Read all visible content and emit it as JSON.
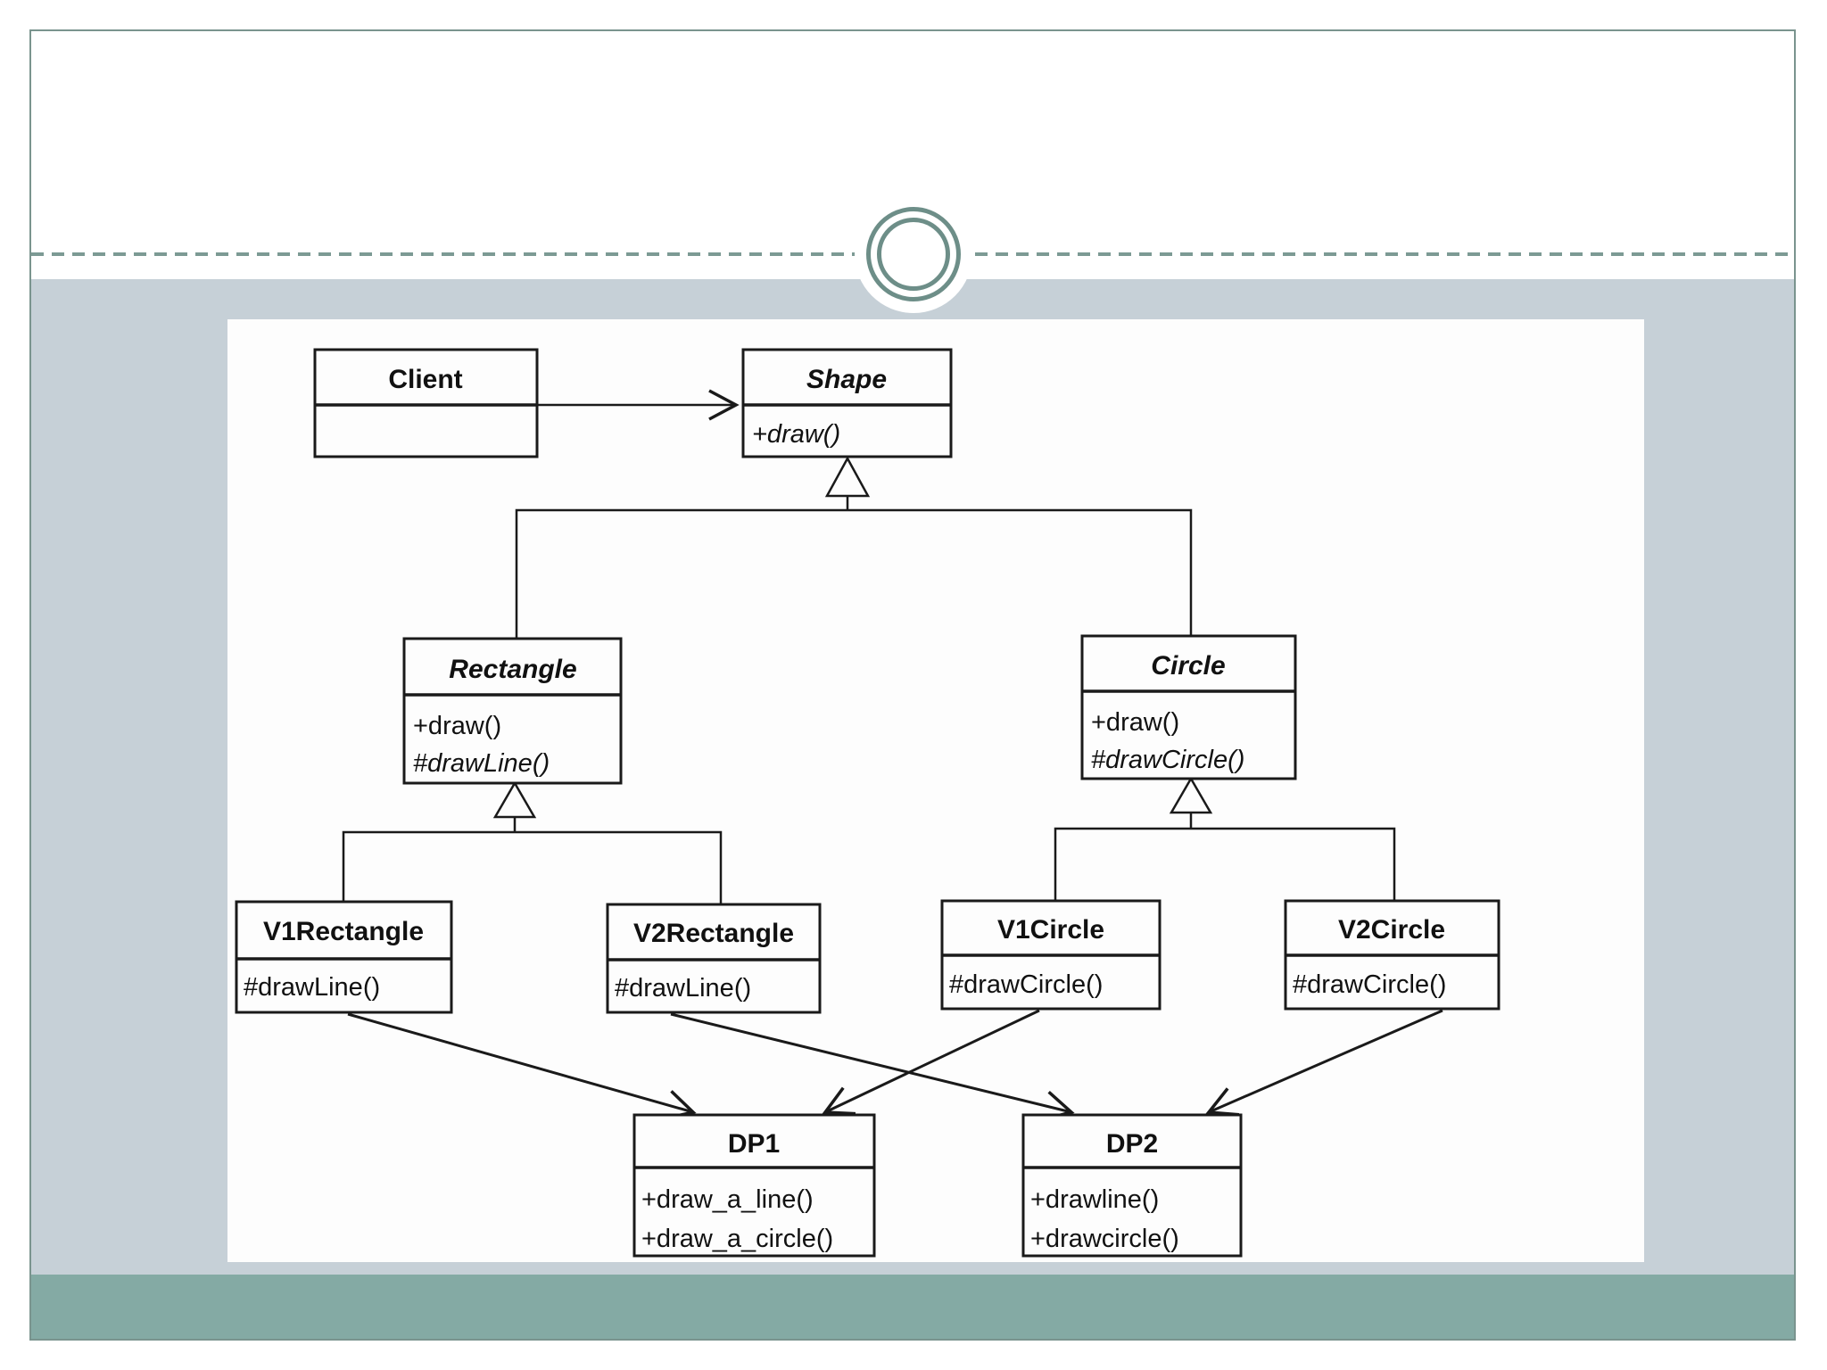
{
  "slide": {
    "colors": {
      "frame_border": "#7a948e",
      "dashed_divider": "#7c9a94",
      "ornament_ring": "#6d8e88",
      "content_band": "#c6d0d7",
      "footer_band": "#84aaa4",
      "panel_background": "#fdfdfd",
      "diagram_ink": "#1a1a1a"
    }
  },
  "diagram": {
    "classes": [
      {
        "name": "Client",
        "abstract": false,
        "methods": []
      },
      {
        "name": "Shape",
        "abstract": true,
        "methods": [
          {
            "text": "+draw()",
            "abstract": true
          }
        ]
      },
      {
        "name": "Rectangle",
        "abstract": true,
        "methods": [
          {
            "text": "+draw()",
            "abstract": false
          },
          {
            "text": "#drawLine()",
            "abstract": true
          }
        ]
      },
      {
        "name": "Circle",
        "abstract": true,
        "methods": [
          {
            "text": "+draw()",
            "abstract": false
          },
          {
            "text": "#drawCircle()",
            "abstract": true
          }
        ]
      },
      {
        "name": "V1Rectangle",
        "abstract": false,
        "methods": [
          {
            "text": "#drawLine()",
            "abstract": false
          }
        ]
      },
      {
        "name": "V2Rectangle",
        "abstract": false,
        "methods": [
          {
            "text": "#drawLine()",
            "abstract": false
          }
        ]
      },
      {
        "name": "V1Circle",
        "abstract": false,
        "methods": [
          {
            "text": "#drawCircle()",
            "abstract": false
          }
        ]
      },
      {
        "name": "V2Circle",
        "abstract": false,
        "methods": [
          {
            "text": "#drawCircle()",
            "abstract": false
          }
        ]
      },
      {
        "name": "DP1",
        "abstract": false,
        "methods": [
          {
            "text": "+draw_a_line()",
            "abstract": false
          },
          {
            "text": "+draw_a_circle()",
            "abstract": false
          }
        ]
      },
      {
        "name": "DP2",
        "abstract": false,
        "methods": [
          {
            "text": "+drawline()",
            "abstract": false
          },
          {
            "text": "+drawcircle()",
            "abstract": false
          }
        ]
      }
    ],
    "relations": [
      {
        "from": "Client",
        "to": "Shape",
        "type": "association-arrow"
      },
      {
        "from": "Rectangle",
        "to": "Shape",
        "type": "generalization"
      },
      {
        "from": "Circle",
        "to": "Shape",
        "type": "generalization"
      },
      {
        "from": "V1Rectangle",
        "to": "Rectangle",
        "type": "generalization"
      },
      {
        "from": "V2Rectangle",
        "to": "Rectangle",
        "type": "generalization"
      },
      {
        "from": "V1Circle",
        "to": "Circle",
        "type": "generalization"
      },
      {
        "from": "V2Circle",
        "to": "Circle",
        "type": "generalization"
      },
      {
        "from": "V1Rectangle",
        "to": "DP1",
        "type": "arrow"
      },
      {
        "from": "V2Rectangle",
        "to": "DP2",
        "type": "arrow"
      },
      {
        "from": "V1Circle",
        "to": "DP1",
        "type": "arrow"
      },
      {
        "from": "V2Circle",
        "to": "DP2",
        "type": "arrow"
      }
    ]
  }
}
